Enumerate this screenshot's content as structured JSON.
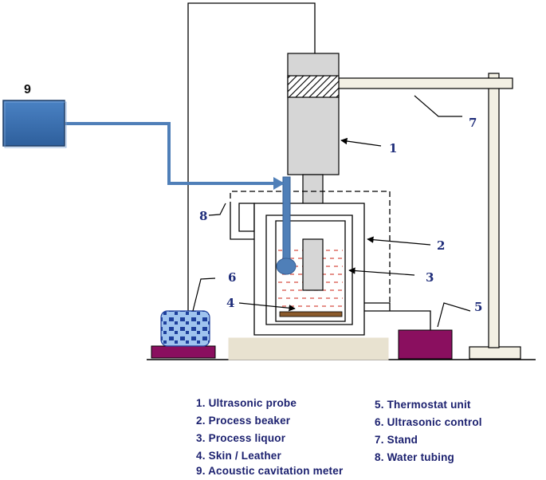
{
  "callouts": {
    "n1": "1",
    "n2": "2",
    "n3": "3",
    "n4": "4",
    "n5": "5",
    "n6": "6",
    "n7": "7",
    "n8": "8",
    "n9": "9"
  },
  "legend": {
    "left": [
      "1.  Ultrasonic  probe",
      "2.  Process  beaker",
      "3.  Process  liquor",
      "4.  Skin / Leather"
    ],
    "right": [
      "5.  Thermostat unit",
      "6.  Ultrasonic  control",
      "7.  Stand",
      "8.  Water tubing"
    ],
    "bottom": "9. Acoustic  cavitation meter"
  },
  "colors": {
    "meter_blue": "#3a6fb0",
    "probe_blue": "#4f7fb8",
    "liquor_red": "#d9564a",
    "leather_brown": "#8b5a2b",
    "thermostat_purple": "#8a0f5f",
    "ultrasonic_control_pattern": "#2c3f9a",
    "probe_body_gray": "#d6d6d6",
    "label_navy": "#1f2d7a"
  }
}
